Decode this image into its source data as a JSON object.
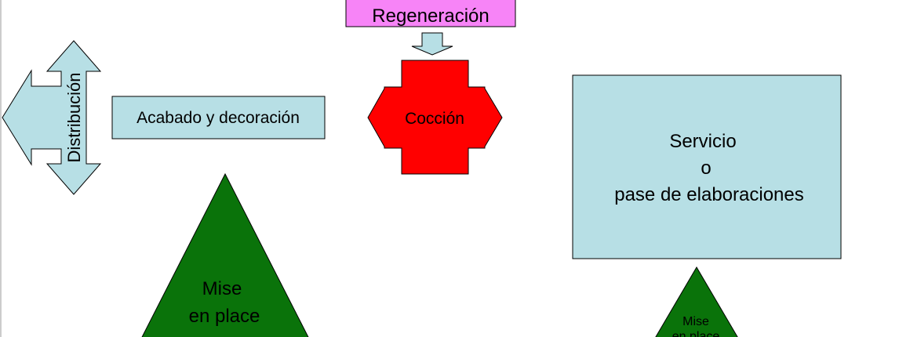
{
  "colors": {
    "light_blue": "#b7dfe5",
    "magenta": "#f784f7",
    "red": "#ff0000",
    "green": "#0a730a",
    "outline": "#000000"
  },
  "nodes": {
    "regeneracion": {
      "label": "Regeneración"
    },
    "coccion": {
      "label": "Cocción"
    },
    "distribucion": {
      "label": "Distribución"
    },
    "acabado": {
      "label": "Acabado y decoración"
    },
    "servicio": {
      "lines": [
        "Servicio",
        "o",
        "pase de elaboraciones"
      ]
    },
    "mise_large": {
      "lines": [
        "Mise",
        "en place"
      ]
    },
    "mise_small": {
      "lines": [
        "Mise",
        "en place"
      ]
    }
  }
}
